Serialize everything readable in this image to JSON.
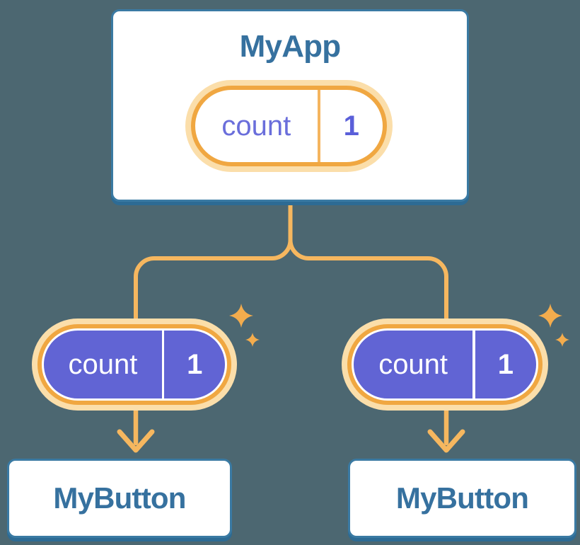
{
  "diagram": {
    "root": {
      "title": "MyApp",
      "state": {
        "label": "count",
        "value": "1"
      }
    },
    "children": [
      {
        "title": "MyButton",
        "state": {
          "label": "count",
          "value": "1"
        }
      },
      {
        "title": "MyButton",
        "state": {
          "label": "count",
          "value": "1"
        }
      }
    ]
  },
  "icons": {
    "sparkle": "four-point-star-sparkle",
    "arrow": "down-arrow"
  },
  "colors": {
    "background": "#4C6771",
    "card_fill": "#FFFFFF",
    "card_border": "#3A7AA3",
    "card_shadow": "#2D6B94",
    "heading_text": "#36719F",
    "pill_glow": "#FBDEAA",
    "pill_border": "#F0A741",
    "pill_divider_root": "#F5B55E",
    "connector_line": "#F6B75F",
    "sparkle": "#F3AC4D",
    "state_fill_purple": "#6164D4",
    "state_label_text": "#6A6EDB",
    "state_value_text": "#5A5FD9",
    "state_text_on_purple": "#FFFFFF"
  }
}
